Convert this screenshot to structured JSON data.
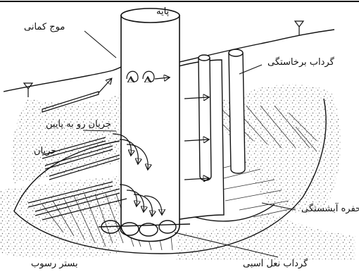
{
  "labels": {
    "pier": "پایه",
    "bow_wave": "موج کمانی",
    "wake_vortex": "گرداب برخاستگی",
    "downflow": "جریان رو به پایین",
    "flow": "جریان",
    "scour_hole": "حفره آبشستگی",
    "horseshoe_vortex": "گرداب نعل اسبی",
    "sediment_bed": "بستر رسوب"
  },
  "colors": {
    "ink": "#111111",
    "speckle": "#7a7a7a",
    "background": "#ffffff"
  }
}
